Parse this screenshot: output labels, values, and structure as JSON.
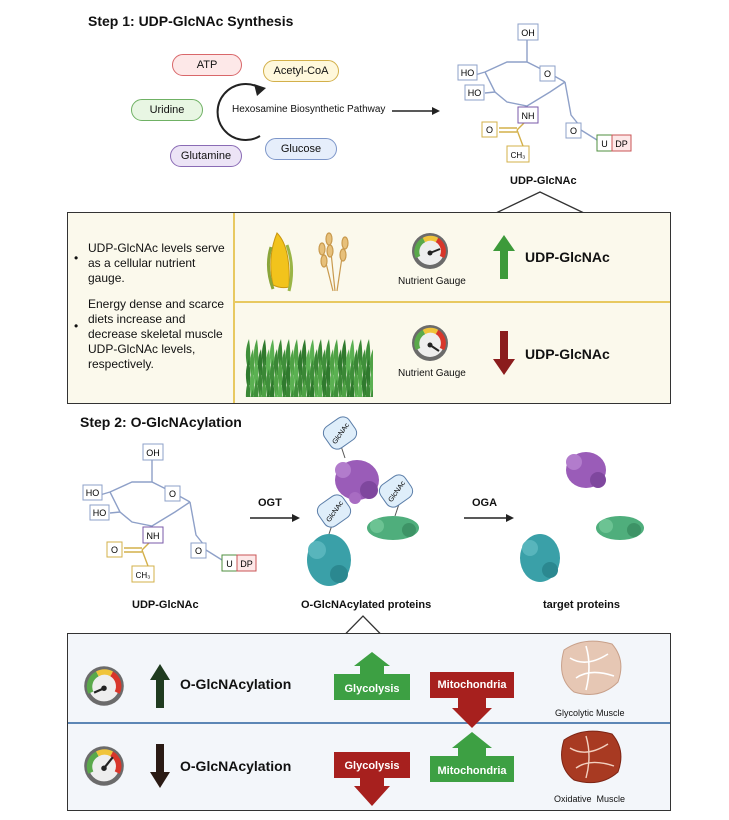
{
  "step1": {
    "title": "Step 1: UDP-GlcNAc Synthesis",
    "inputs": [
      {
        "label": "ATP",
        "fill": "#fde8e8",
        "stroke": "#d9676a"
      },
      {
        "label": "Acetyl-CoA",
        "fill": "#fff8dc",
        "stroke": "#d3b04a"
      },
      {
        "label": "Uridine",
        "fill": "#e8f6e3",
        "stroke": "#6fb164"
      },
      {
        "label": "Glutamine",
        "fill": "#ece4f6",
        "stroke": "#8a6bb5"
      },
      {
        "label": "Glucose",
        "fill": "#e6eefb",
        "stroke": "#7d96c9"
      }
    ],
    "pathway_label": "Hexosamine Biosynthetic Pathway",
    "product_label": "UDP-GlcNAc"
  },
  "molecule": {
    "oh": "OH",
    "ho1": "HO",
    "ho2": "HO",
    "o_ring": "O",
    "nh": "NH",
    "o_carbonyl": "O",
    "ch3": "CH₃",
    "o_link": "O",
    "u": "U",
    "dp": "DP"
  },
  "nutrient_panel": {
    "bullets": [
      "UDP-GlcNAc levels serve as a cellular nutrient gauge.",
      "Energy dense and scarce diets increase and decrease skeletal muscle UDP-GlcNAc levels, respectively."
    ],
    "rows": [
      {
        "gauge_label": "Nutrient Gauge",
        "direction": "up",
        "arrow_color": "#3d9a3a",
        "level_label": "UDP-GlcNAc",
        "food_icon": "corn-wheat-icon"
      },
      {
        "gauge_label": "Nutrient Gauge",
        "direction": "down",
        "arrow_color": "#8b1d1d",
        "level_label": "UDP-GlcNAc",
        "food_icon": "grass-icon"
      }
    ]
  },
  "step2": {
    "title": "Step 2: O-GlcNAcylation",
    "ogt_label": "OGT",
    "oga_label": "OGA",
    "udp_label": "UDP-GlcNAc",
    "glycosylated_label": "O-GlcNAcylated proteins",
    "target_label": "target proteins",
    "tag_label": "GlcNAc"
  },
  "muscle_panel": {
    "rows": [
      {
        "direction": "up",
        "label": "O-GlcNAcylation",
        "box1": "Glycolysis",
        "box1_color": "#3da043",
        "box1_dir": "up",
        "box2": "Mitochondria",
        "box2_color": "#a7201e",
        "box2_dir": "down",
        "muscle_label": "Glycolytic Muscle",
        "arrow_color": "#1f3b1f"
      },
      {
        "direction": "down",
        "label": "O-GlcNAcylation",
        "box1": "Glycolysis",
        "box1_color": "#a7201e",
        "box1_dir": "down",
        "box2": "Mitochondria",
        "box2_color": "#3da043",
        "box2_dir": "up",
        "muscle_label": "Oxidative  Muscle",
        "arrow_color": "#2a1a14"
      }
    ]
  }
}
